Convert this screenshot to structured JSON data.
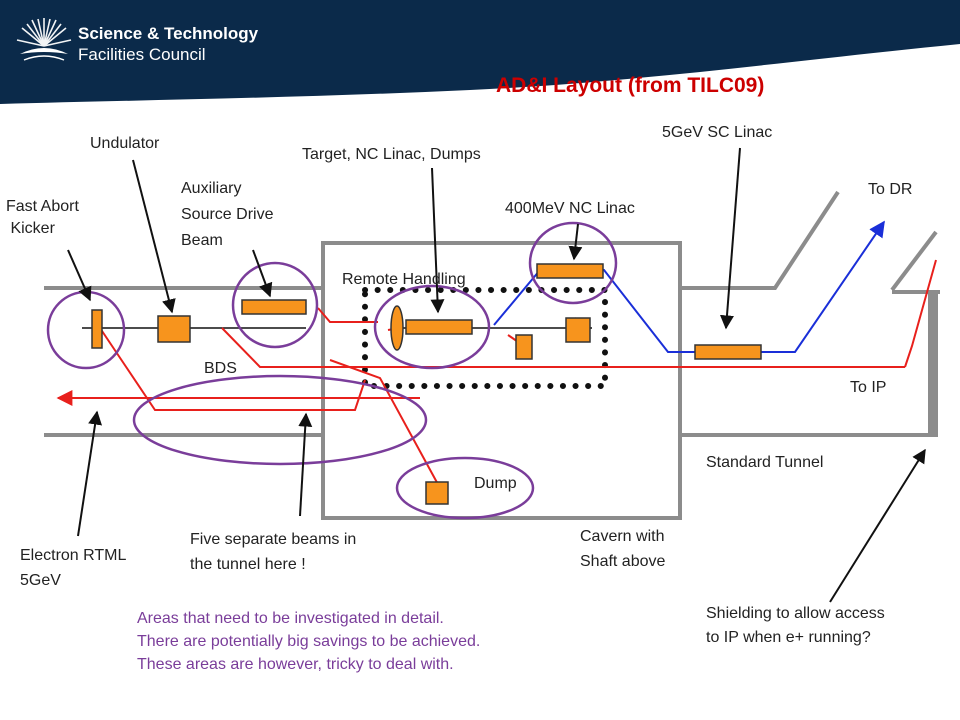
{
  "logo": {
    "line1": "Science & Technology",
    "line2": "Facilities Council"
  },
  "title": "AD&I Layout (from TILC09)",
  "labels": {
    "fast_abort_kicker": [
      "Fast Abort",
      " Kicker"
    ],
    "undulator": "Undulator",
    "auxiliary_source": [
      "Auxiliary",
      "Source Drive",
      "Beam"
    ],
    "target_nc_linac_dumps": "Target, NC Linac, Dumps",
    "nc_linac_400mev": "400MeV NC Linac",
    "sc_linac_5gev": "5GeV SC Linac",
    "to_dr": "To DR",
    "remote_handling": "Remote Handling",
    "bds": "BDS",
    "to_ip": "To IP",
    "standard_tunnel": "Standard Tunnel",
    "dump": "Dump",
    "cavern": [
      "Cavern with",
      "Shaft above"
    ],
    "five_beams": [
      "Five separate beams in",
      "the tunnel here !"
    ],
    "electron_rtml": [
      "Electron RTML",
      "5GeV"
    ],
    "shielding": [
      "Shielding to allow access",
      "to IP when e+ running?"
    ]
  },
  "notes": [
    "Areas that need to be investigated in detail.",
    "There are potentially big savings to be achieved.",
    "These areas are however, tricky to deal with."
  ],
  "colors": {
    "header": "#0b2a4a",
    "title": "#cc0000",
    "beam_red": "#e8201c",
    "beam_blue": "#1a2fd8",
    "component_orange": "#f7941d",
    "highlight_purple": "#7a3d9a",
    "tunnel_gray": "#8c8c8c",
    "note_purple": "#7a3d9a"
  }
}
